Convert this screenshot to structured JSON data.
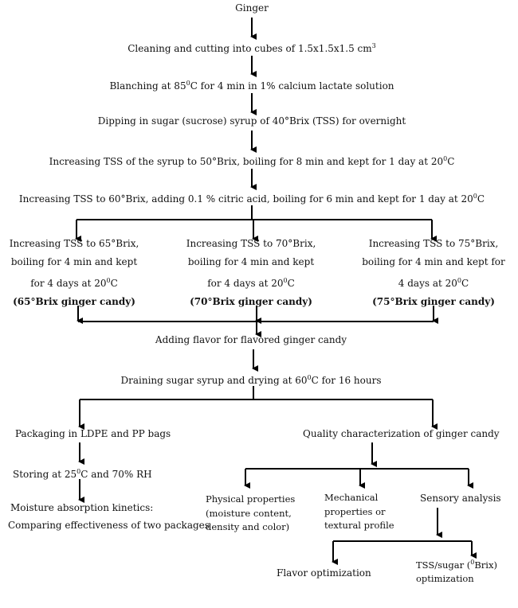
{
  "steps": {
    "s1": "Ginger",
    "s2_prefix": "Cleaning and cutting into cubes of 1.5x1.5x1.5 cm",
    "s2_sup": "3",
    "s3_a": "Blanching at 85",
    "s3_sup": "0",
    "s3_b": "C for 4 min in 1% calcium lactate solution",
    "s4": "Dipping in sugar (sucrose) syrup of 40°Brix (TSS) for overnight",
    "s5_a": "Increasing TSS of the syrup to 50°Brix, boiling for 8 min and kept for 1 day at 20",
    "s5_sup": "0",
    "s5_b": "C",
    "s6_a": "Increasing TSS to 60°Brix, adding 0.1 % citric acid, boiling for 6 min and kept for 1 day at 20",
    "s6_sup": "0",
    "s6_b": "C"
  },
  "branches": [
    {
      "line1": "Increasing TSS to 65°Brix,",
      "line2": "boiling for 4 min and kept",
      "line3_a": "for 4 days at 20",
      "line3_sup": "0",
      "line3_b": "C",
      "product": "(65°Brix ginger candy)"
    },
    {
      "line1": "Increasing TSS to 70°Brix,",
      "line2": "boiling for 4 min and kept",
      "line3_a": "for 4 days at 20",
      "line3_sup": "0",
      "line3_b": "C",
      "product": "(70°Brix ginger candy)"
    },
    {
      "line1": "Increasing TSS to 75°Brix,",
      "line2": "boiling for 4 min and kept for",
      "line3_a": "4 days at 20",
      "line3_sup": "0",
      "line3_b": "C",
      "product": "(75°Brix ginger candy)"
    }
  ],
  "merge": {
    "flavor": "Adding flavor for flavored ginger candy",
    "drain_a": "Draining sugar syrup and drying at 60",
    "drain_sup": "0",
    "drain_b": "C for 16 hours"
  },
  "left": {
    "pack": "Packaging in LDPE and PP bags",
    "store_a": "Storing at 25",
    "store_sup": "0",
    "store_b": "C and 70% RH",
    "kin1": "Moisture absorption kinetics:",
    "kin2": "Comparing effectiveness of two packages"
  },
  "right": {
    "quality": "Quality characterization of ginger candy",
    "phys1": "Physical properties",
    "phys2": "(moisture content,",
    "phys3": "density and color)",
    "mech1": "Mechanical",
    "mech2": "properties or",
    "mech3": "textural profile",
    "sens": "Sensory analysis",
    "flavopt": "Flavor optimization",
    "tss1_a": "TSS/sugar (",
    "tss1_sup": "0",
    "tss1_b": "Brix)",
    "tss2": "optimization"
  }
}
